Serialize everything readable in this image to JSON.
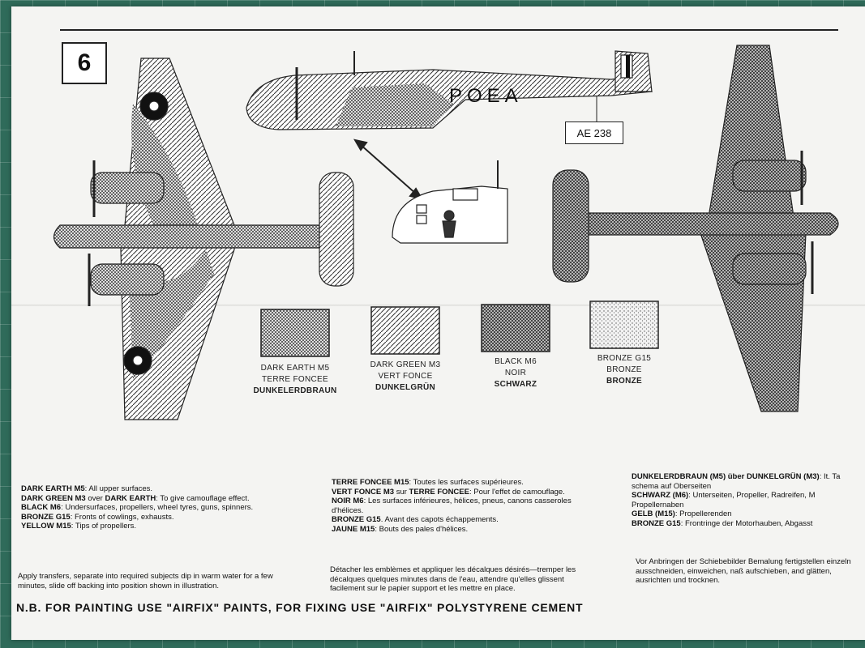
{
  "step_number": "6",
  "fuselage_code": "POEA",
  "serial_number": "AE 238",
  "swatches": [
    {
      "line1": "DARK EARTH M5",
      "line2": "TERRE FONCEE",
      "line3": "DUNKELERDBRAUN"
    },
    {
      "line1": "DARK GREEN M3",
      "line2": "VERT FONCE",
      "line3": "DUNKELGRÜN"
    },
    {
      "line1": "BLACK M6",
      "line2": "NOIR",
      "line3": "SCHWARZ"
    },
    {
      "line1": "BRONZE G15",
      "line2": "BRONZE",
      "line3": "BRONZE"
    }
  ],
  "english": {
    "c1": [
      "DARK EARTH M5",
      ": All upper surfaces."
    ],
    "c2": [
      "DARK GREEN M3",
      " over ",
      "DARK EARTH",
      ": To give camouflage effect."
    ],
    "c3": [
      "BLACK M6",
      ": Undersurfaces, propellers, wheel tyres, guns, spinners."
    ],
    "c4": [
      "BRONZE G15",
      ": Fronts of cowlings, exhausts."
    ],
    "c5": [
      "YELLOW M15",
      ": Tips of propellers."
    ],
    "transfers": "Apply transfers, separate into required subjects dip in warm water for a few minutes, slide off backing into position shown in illustration."
  },
  "french": {
    "c1": [
      "TERRE FONCEE M15",
      ": Toutes les surfaces supérieures."
    ],
    "c2": [
      "VERT FONCE M3",
      " sur ",
      "TERRE FONCEE",
      ": Pour l'effet de camouflage."
    ],
    "c3": [
      "NOIR M6",
      ": Les surfaces inférieures, hélices, pneus, canons casseroles d'hélices."
    ],
    "c4": [
      "BRONZE G15",
      ". Avant des capots échappements."
    ],
    "c5": [
      "JAUNE M15",
      ": Bouts des pales d'hélices."
    ],
    "transfers": "Détacher les emblèmes et appliquer les décalques désirés—tremper les décalques quelques minutes dans de l'eau, attendre qu'elles glissent facilement sur le papier support et les mettre en place."
  },
  "german": {
    "c1": [
      "DUNKELERDBRAUN (M5) über DUNKELGRÜN (M3)",
      ": It. Ta schema auf Oberseiten"
    ],
    "c2": [
      "SCHWARZ (M6)",
      ": Unterseiten, Propeller, Radreifen, M Propellernaben"
    ],
    "c3": [
      "GELB (M15)",
      ": Propellerenden"
    ],
    "c4": [
      "BRONZE G15",
      ": Frontringe der Motorhauben, Abgasst"
    ],
    "transfers": "Vor Anbringen der Schiebebilder Bemalung fertigstellen einzeln ausschneiden, einweichen, naß aufschieben, and glätten, ausrichten und trocknen."
  },
  "footer_note": "N.B. FOR PAINTING USE \"AIRFIX\" PAINTS, FOR FIXING USE \"AIRFIX\" POLYSTYRENE CEMENT"
}
